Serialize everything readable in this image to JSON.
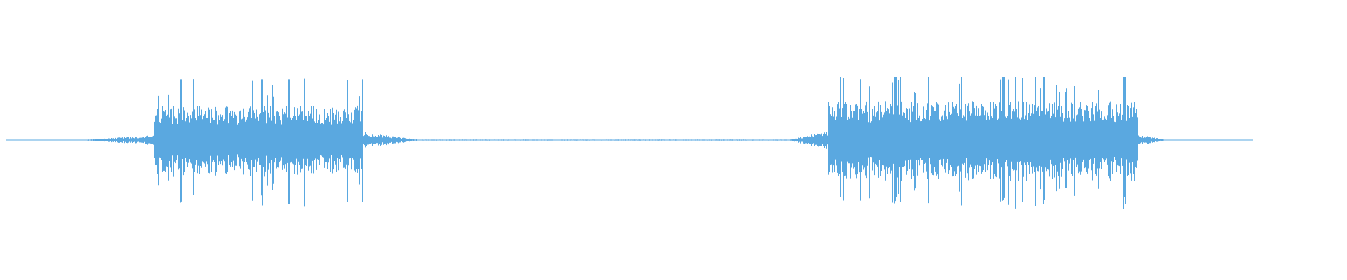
{
  "waveform": {
    "color": "#5aa8e0",
    "background": "#ffffff",
    "amplitude_scale": 0.45,
    "duration_fraction": 0.925,
    "segments": [
      {
        "start": 0.0,
        "end": 0.055,
        "level": 0.005
      },
      {
        "start": 0.055,
        "end": 0.11,
        "level": 0.08,
        "ramp": "up"
      },
      {
        "start": 0.11,
        "end": 0.265,
        "level": 0.55,
        "peaks": [
          0.13,
          0.19,
          0.21,
          0.265
        ]
      },
      {
        "start": 0.265,
        "end": 0.305,
        "level": 0.12,
        "ramp": "down"
      },
      {
        "start": 0.305,
        "end": 0.58,
        "level": 0.008
      },
      {
        "start": 0.58,
        "end": 0.61,
        "level": 0.15,
        "ramp": "up"
      },
      {
        "start": 0.61,
        "end": 0.84,
        "level": 0.62,
        "peaks": [
          0.66,
          0.74,
          0.77,
          0.83
        ]
      },
      {
        "start": 0.84,
        "end": 0.86,
        "level": 0.08,
        "ramp": "down"
      },
      {
        "start": 0.86,
        "end": 0.925,
        "level": 0.006
      }
    ]
  }
}
